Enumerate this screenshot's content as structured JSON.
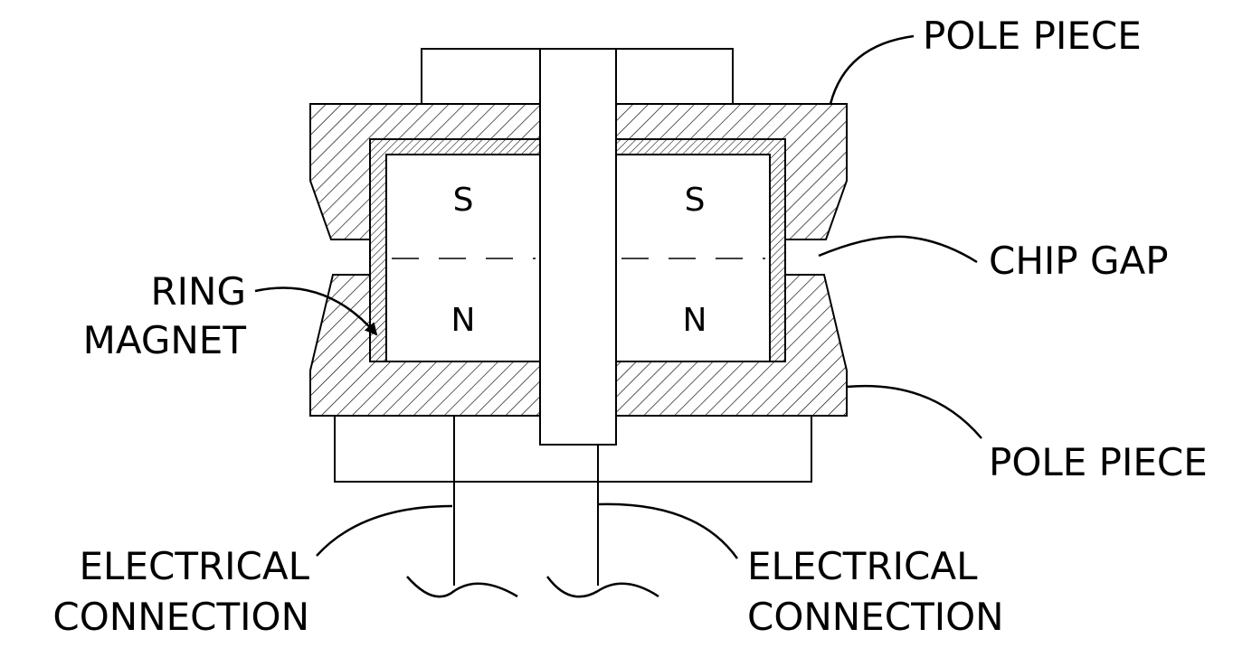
{
  "labels": {
    "pole_piece_top": "POLE PIECE",
    "chip_gap": "CHIP GAP",
    "pole_piece_bottom": "POLE PIECE",
    "ring_magnet_line1": "RING",
    "ring_magnet_line2": "MAGNET",
    "electrical_left_line1": "ELECTRICAL",
    "electrical_left_line2": "CONNECTION",
    "electrical_right_line1": "ELECTRICAL",
    "electrical_right_line2": "CONNECTION"
  },
  "poles": {
    "left_top": "S",
    "right_top": "S",
    "left_bottom": "N",
    "right_bottom": "N"
  },
  "colors": {
    "line": "#000000",
    "background": "#ffffff"
  }
}
